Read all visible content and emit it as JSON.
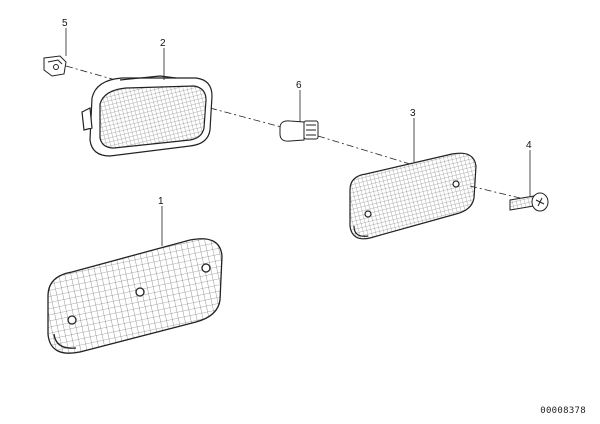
{
  "diagram": {
    "callouts": {
      "lens_large": "1",
      "lamp_housing": "2",
      "lens_side": "3",
      "screw": "4",
      "clip": "5",
      "bulb": "6"
    },
    "document_number": "00008378"
  },
  "colors": {
    "line": "#222222",
    "background": "#ffffff"
  }
}
